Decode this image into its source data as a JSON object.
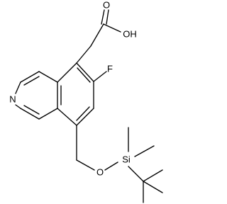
{
  "structure": {
    "atom_labels": {
      "carbonyl_oxygen": "O",
      "hydroxyl": "OH",
      "fluorine": "F",
      "ring_nitrogen": "N",
      "ether_oxygen": "O",
      "silicon": "Si"
    }
  }
}
